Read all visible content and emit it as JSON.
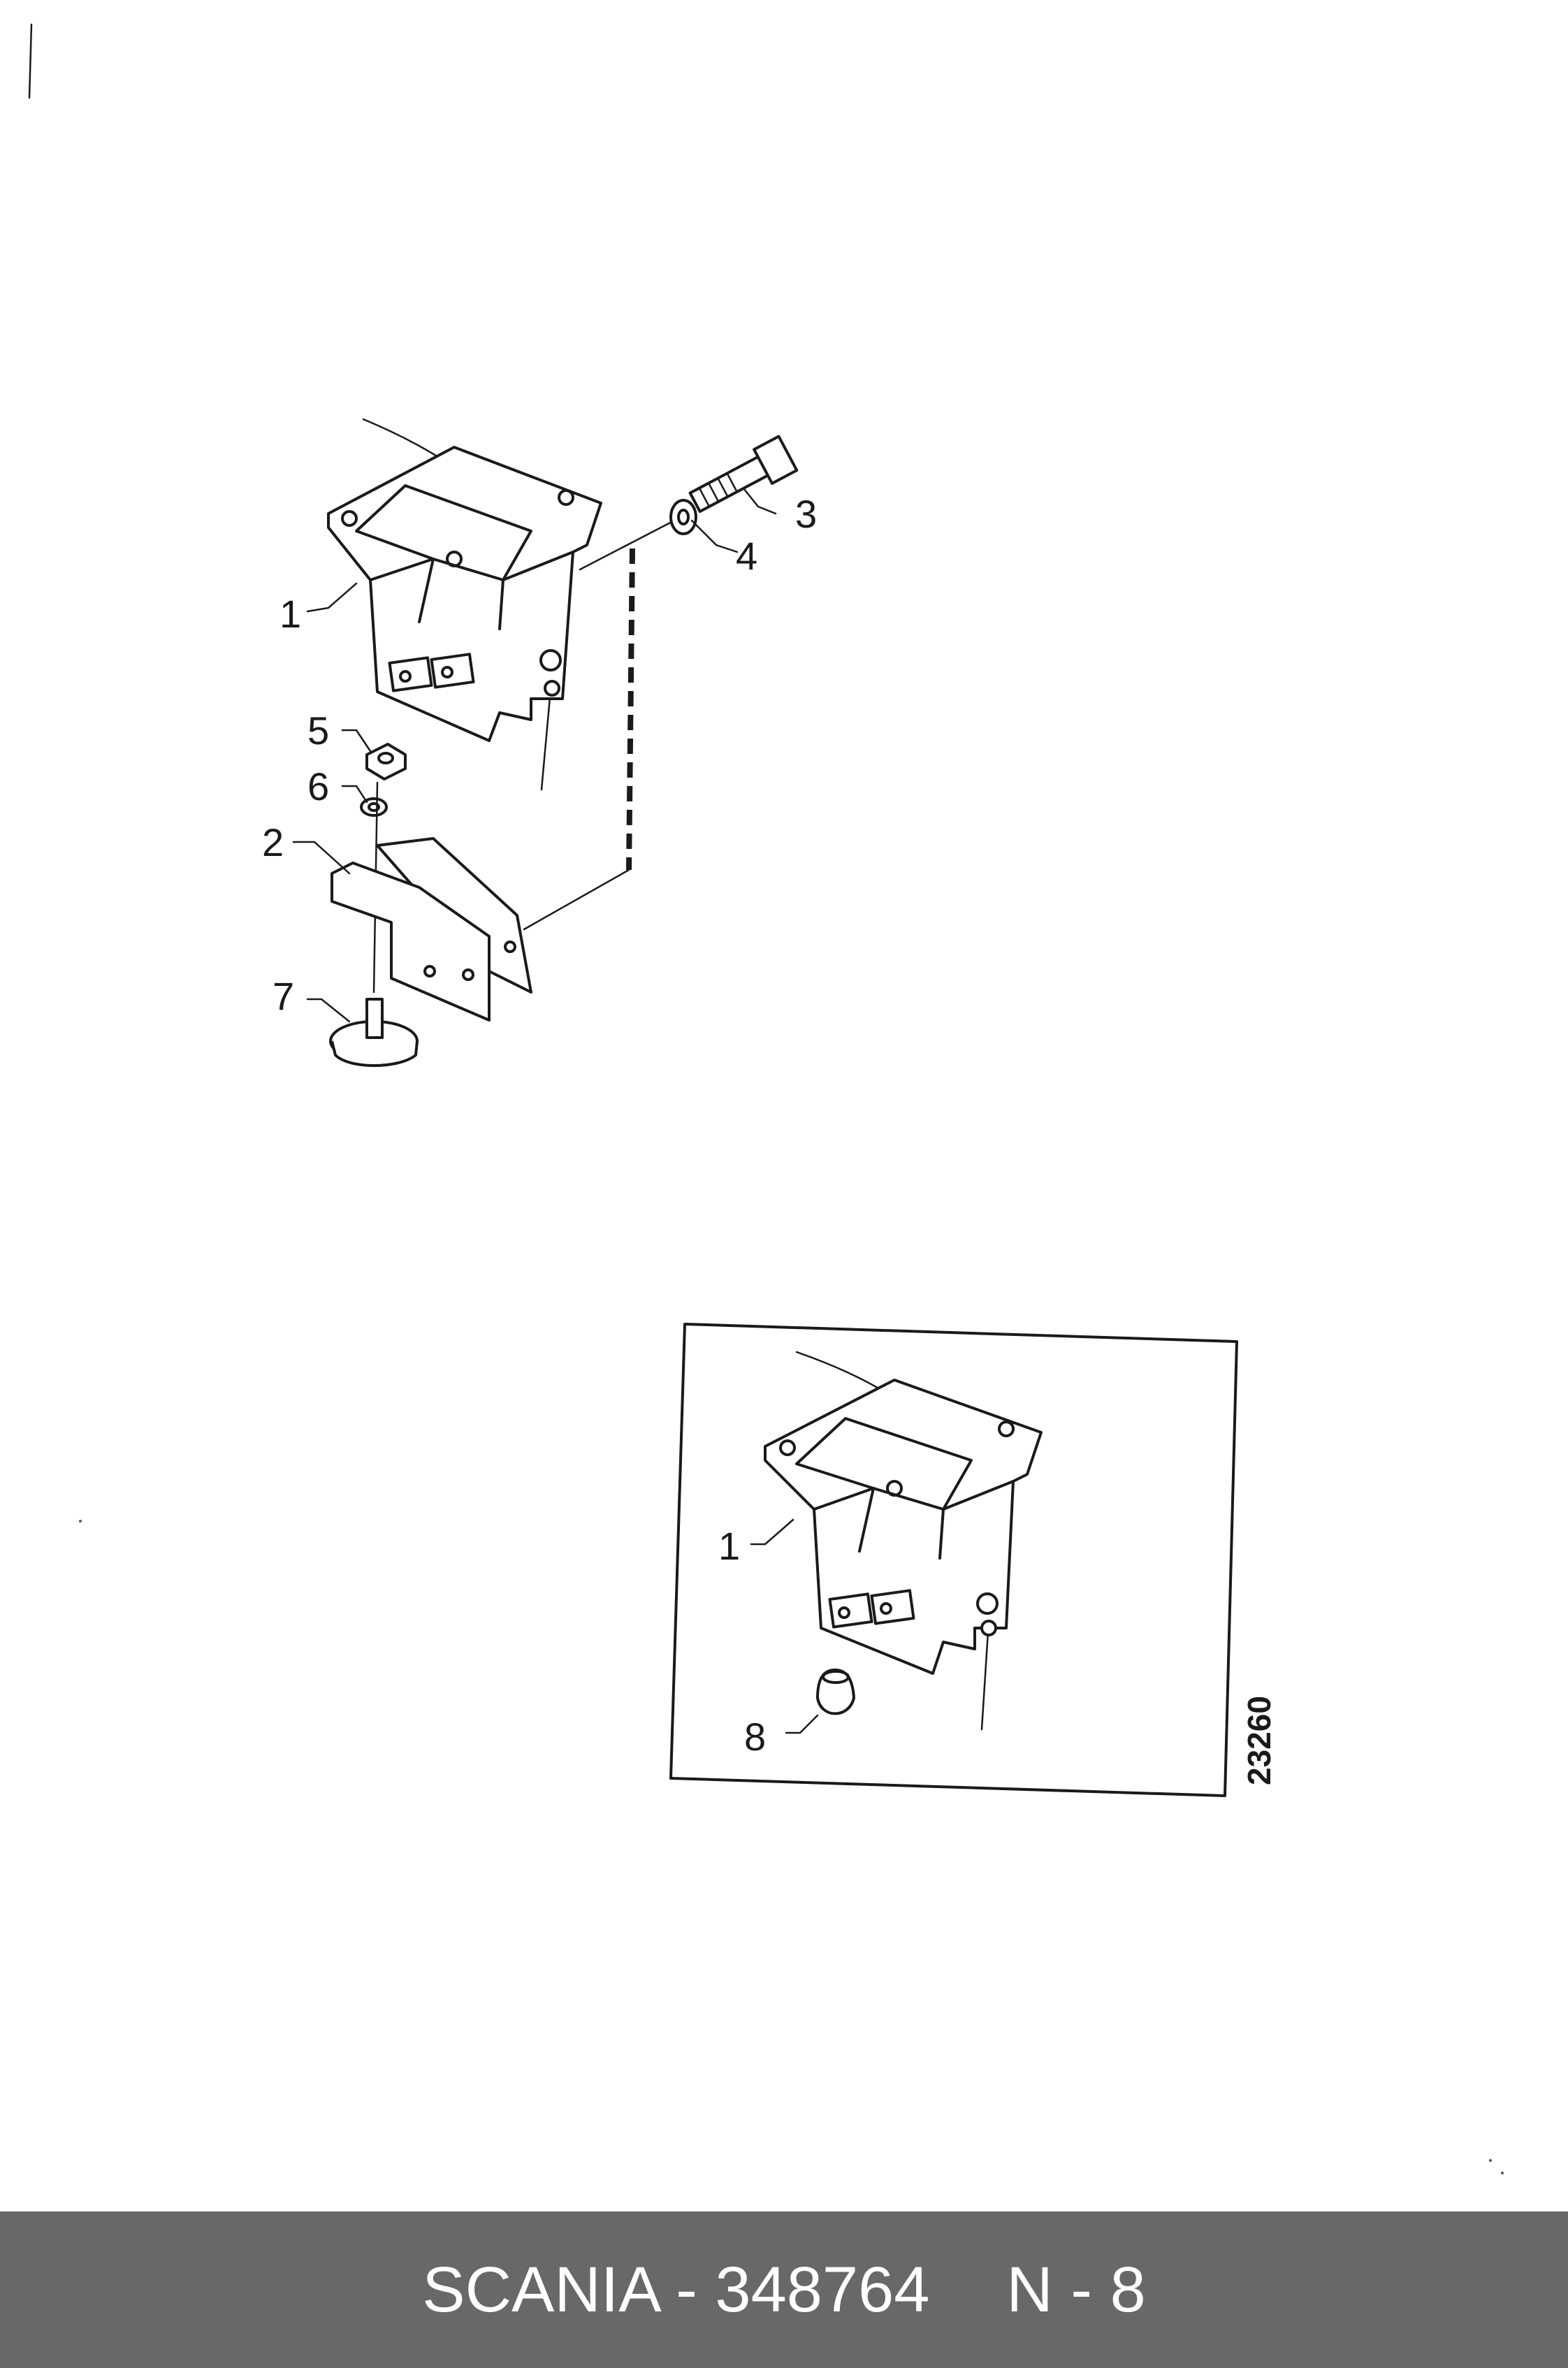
{
  "diagram": {
    "callouts": [
      "1",
      "2",
      "3",
      "4",
      "5",
      "6",
      "7",
      "1",
      "8"
    ],
    "figure_number": "23260"
  },
  "footer": {
    "brand_part": "SCANIA - 348764",
    "page": "N - 8"
  }
}
